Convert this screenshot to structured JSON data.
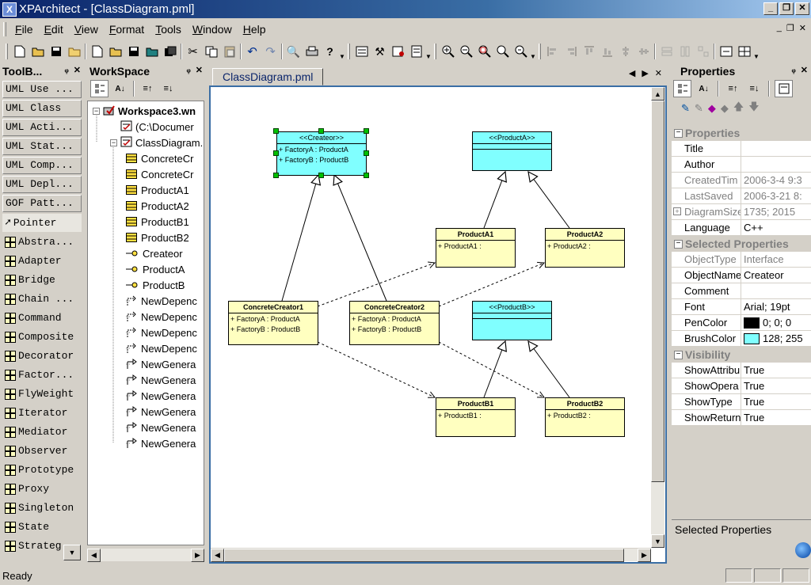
{
  "window": {
    "title": "XPArchitect - [ClassDiagram.pml]"
  },
  "menu": [
    "File",
    "Edit",
    "View",
    "Format",
    "Tools",
    "Window",
    "Help"
  ],
  "toolbox": {
    "title": "ToolB...",
    "categories": [
      "UML Use ...",
      "UML Class",
      "UML Acti...",
      "UML Stat...",
      "UML Comp...",
      "UML Depl...",
      "GOF Patt..."
    ],
    "pointer": "Pointer",
    "patterns": [
      "Abstra...",
      "Adapter",
      "Bridge",
      "Chain ...",
      "Command",
      "Composite",
      "Decorator",
      "Factor...",
      "FlyWeight",
      "Iterator",
      "Mediator",
      "Observer",
      "Prototype",
      "Proxy",
      "Singleton",
      "State",
      "Strateg"
    ]
  },
  "workspace": {
    "title": "WorkSpace",
    "tree": [
      {
        "label": "Workspace3.wn",
        "bold": true,
        "indent": 0,
        "expander": "−"
      },
      {
        "label": "(C:\\Documer",
        "indent": 1
      },
      {
        "label": "ClassDiagram.p",
        "indent": 1,
        "expander": "−"
      },
      {
        "label": "ConcreteCr",
        "indent": 2,
        "icon": "class"
      },
      {
        "label": "ConcreteCr",
        "indent": 2,
        "icon": "class"
      },
      {
        "label": "ProductA1",
        "indent": 2,
        "icon": "class"
      },
      {
        "label": "ProductA2",
        "indent": 2,
        "icon": "class"
      },
      {
        "label": "ProductB1",
        "indent": 2,
        "icon": "class"
      },
      {
        "label": "ProductB2",
        "indent": 2,
        "icon": "class"
      },
      {
        "label": "Createor",
        "indent": 2,
        "icon": "interface"
      },
      {
        "label": "ProductA",
        "indent": 2,
        "icon": "interface"
      },
      {
        "label": "ProductB",
        "indent": 2,
        "icon": "interface"
      },
      {
        "label": "NewDepenc",
        "indent": 2,
        "icon": "dep"
      },
      {
        "label": "NewDepenc",
        "indent": 2,
        "icon": "dep"
      },
      {
        "label": "NewDepenc",
        "indent": 2,
        "icon": "dep"
      },
      {
        "label": "NewDepenc",
        "indent": 2,
        "icon": "dep"
      },
      {
        "label": "NewGenera",
        "indent": 2,
        "icon": "gen"
      },
      {
        "label": "NewGenera",
        "indent": 2,
        "icon": "gen"
      },
      {
        "label": "NewGenera",
        "indent": 2,
        "icon": "gen"
      },
      {
        "label": "NewGenera",
        "indent": 2,
        "icon": "gen"
      },
      {
        "label": "NewGenera",
        "indent": 2,
        "icon": "gen"
      },
      {
        "label": "NewGenera",
        "indent": 2,
        "icon": "gen"
      }
    ]
  },
  "document": {
    "tab": "ClassDiagram.pml",
    "classes": [
      {
        "id": "createor",
        "name": "<<Createor>>",
        "stereo": true,
        "color": "cyan",
        "attrs": [
          "+ FactoryA : ProductA",
          "+ FactoryB : ProductB"
        ]
      },
      {
        "id": "productA",
        "name": "<<ProductA>>",
        "stereo": true,
        "color": "cyan",
        "attrs": []
      },
      {
        "id": "productB",
        "name": "<<ProductB>>",
        "stereo": true,
        "color": "cyan",
        "attrs": []
      },
      {
        "id": "productA1",
        "name": "ProductA1",
        "color": "yellow",
        "attrs": [
          "+ ProductA1 :"
        ]
      },
      {
        "id": "productA2",
        "name": "ProductA2",
        "color": "yellow",
        "attrs": [
          "+ ProductA2 :"
        ]
      },
      {
        "id": "concrete1",
        "name": "ConcreteCreator1",
        "color": "yellow",
        "attrs": [
          "+ FactoryA : ProductA",
          "+ FactoryB : ProductB"
        ]
      },
      {
        "id": "concrete2",
        "name": "ConcreteCreator2",
        "color": "yellow",
        "attrs": [
          "+ FactoryA : ProductA",
          "+ FactoryB : ProductB"
        ]
      },
      {
        "id": "productB1",
        "name": "ProductB1",
        "color": "yellow",
        "attrs": [
          "+ ProductB1 :"
        ]
      },
      {
        "id": "productB2",
        "name": "ProductB2",
        "color": "yellow",
        "attrs": [
          "+ ProductB2 :"
        ]
      }
    ]
  },
  "properties": {
    "title": "Properties",
    "sections": [
      {
        "name": "Properties",
        "rows": [
          {
            "name": "Title",
            "value": ""
          },
          {
            "name": "Author",
            "value": ""
          },
          {
            "name": "CreatedTim",
            "value": "2006-3-4 9:3",
            "gray": true
          },
          {
            "name": "LastSaved",
            "value": "2006-3-21 8:",
            "gray": true
          },
          {
            "name": "DiagramSize",
            "value": "1735; 2015",
            "gray": true,
            "expander": "+"
          },
          {
            "name": "Language",
            "value": "C++"
          }
        ]
      },
      {
        "name": "Selected Properties",
        "rows": [
          {
            "name": "ObjectType",
            "value": "Interface",
            "gray": true
          },
          {
            "name": "ObjectName",
            "value": "Createor"
          },
          {
            "name": "Comment",
            "value": ""
          },
          {
            "name": "Font",
            "value": "Arial; 19pt"
          },
          {
            "name": "PenColor",
            "value": "0; 0; 0",
            "swatch": "#000000"
          },
          {
            "name": "BrushColor",
            "value": "128; 255",
            "swatch": "#80ffff"
          }
        ]
      },
      {
        "name": "Visibility",
        "rows": [
          {
            "name": "ShowAttribu",
            "value": "True"
          },
          {
            "name": "ShowOpera",
            "value": "True"
          },
          {
            "name": "ShowType",
            "value": "True"
          },
          {
            "name": "ShowReturn",
            "value": "True"
          }
        ]
      }
    ],
    "description_title": "Selected Properties"
  },
  "status": {
    "text": "Ready"
  },
  "colors": {
    "interface_fill": "#80ffff",
    "class_fill": "#ffffc0",
    "handle": "#00c000"
  }
}
